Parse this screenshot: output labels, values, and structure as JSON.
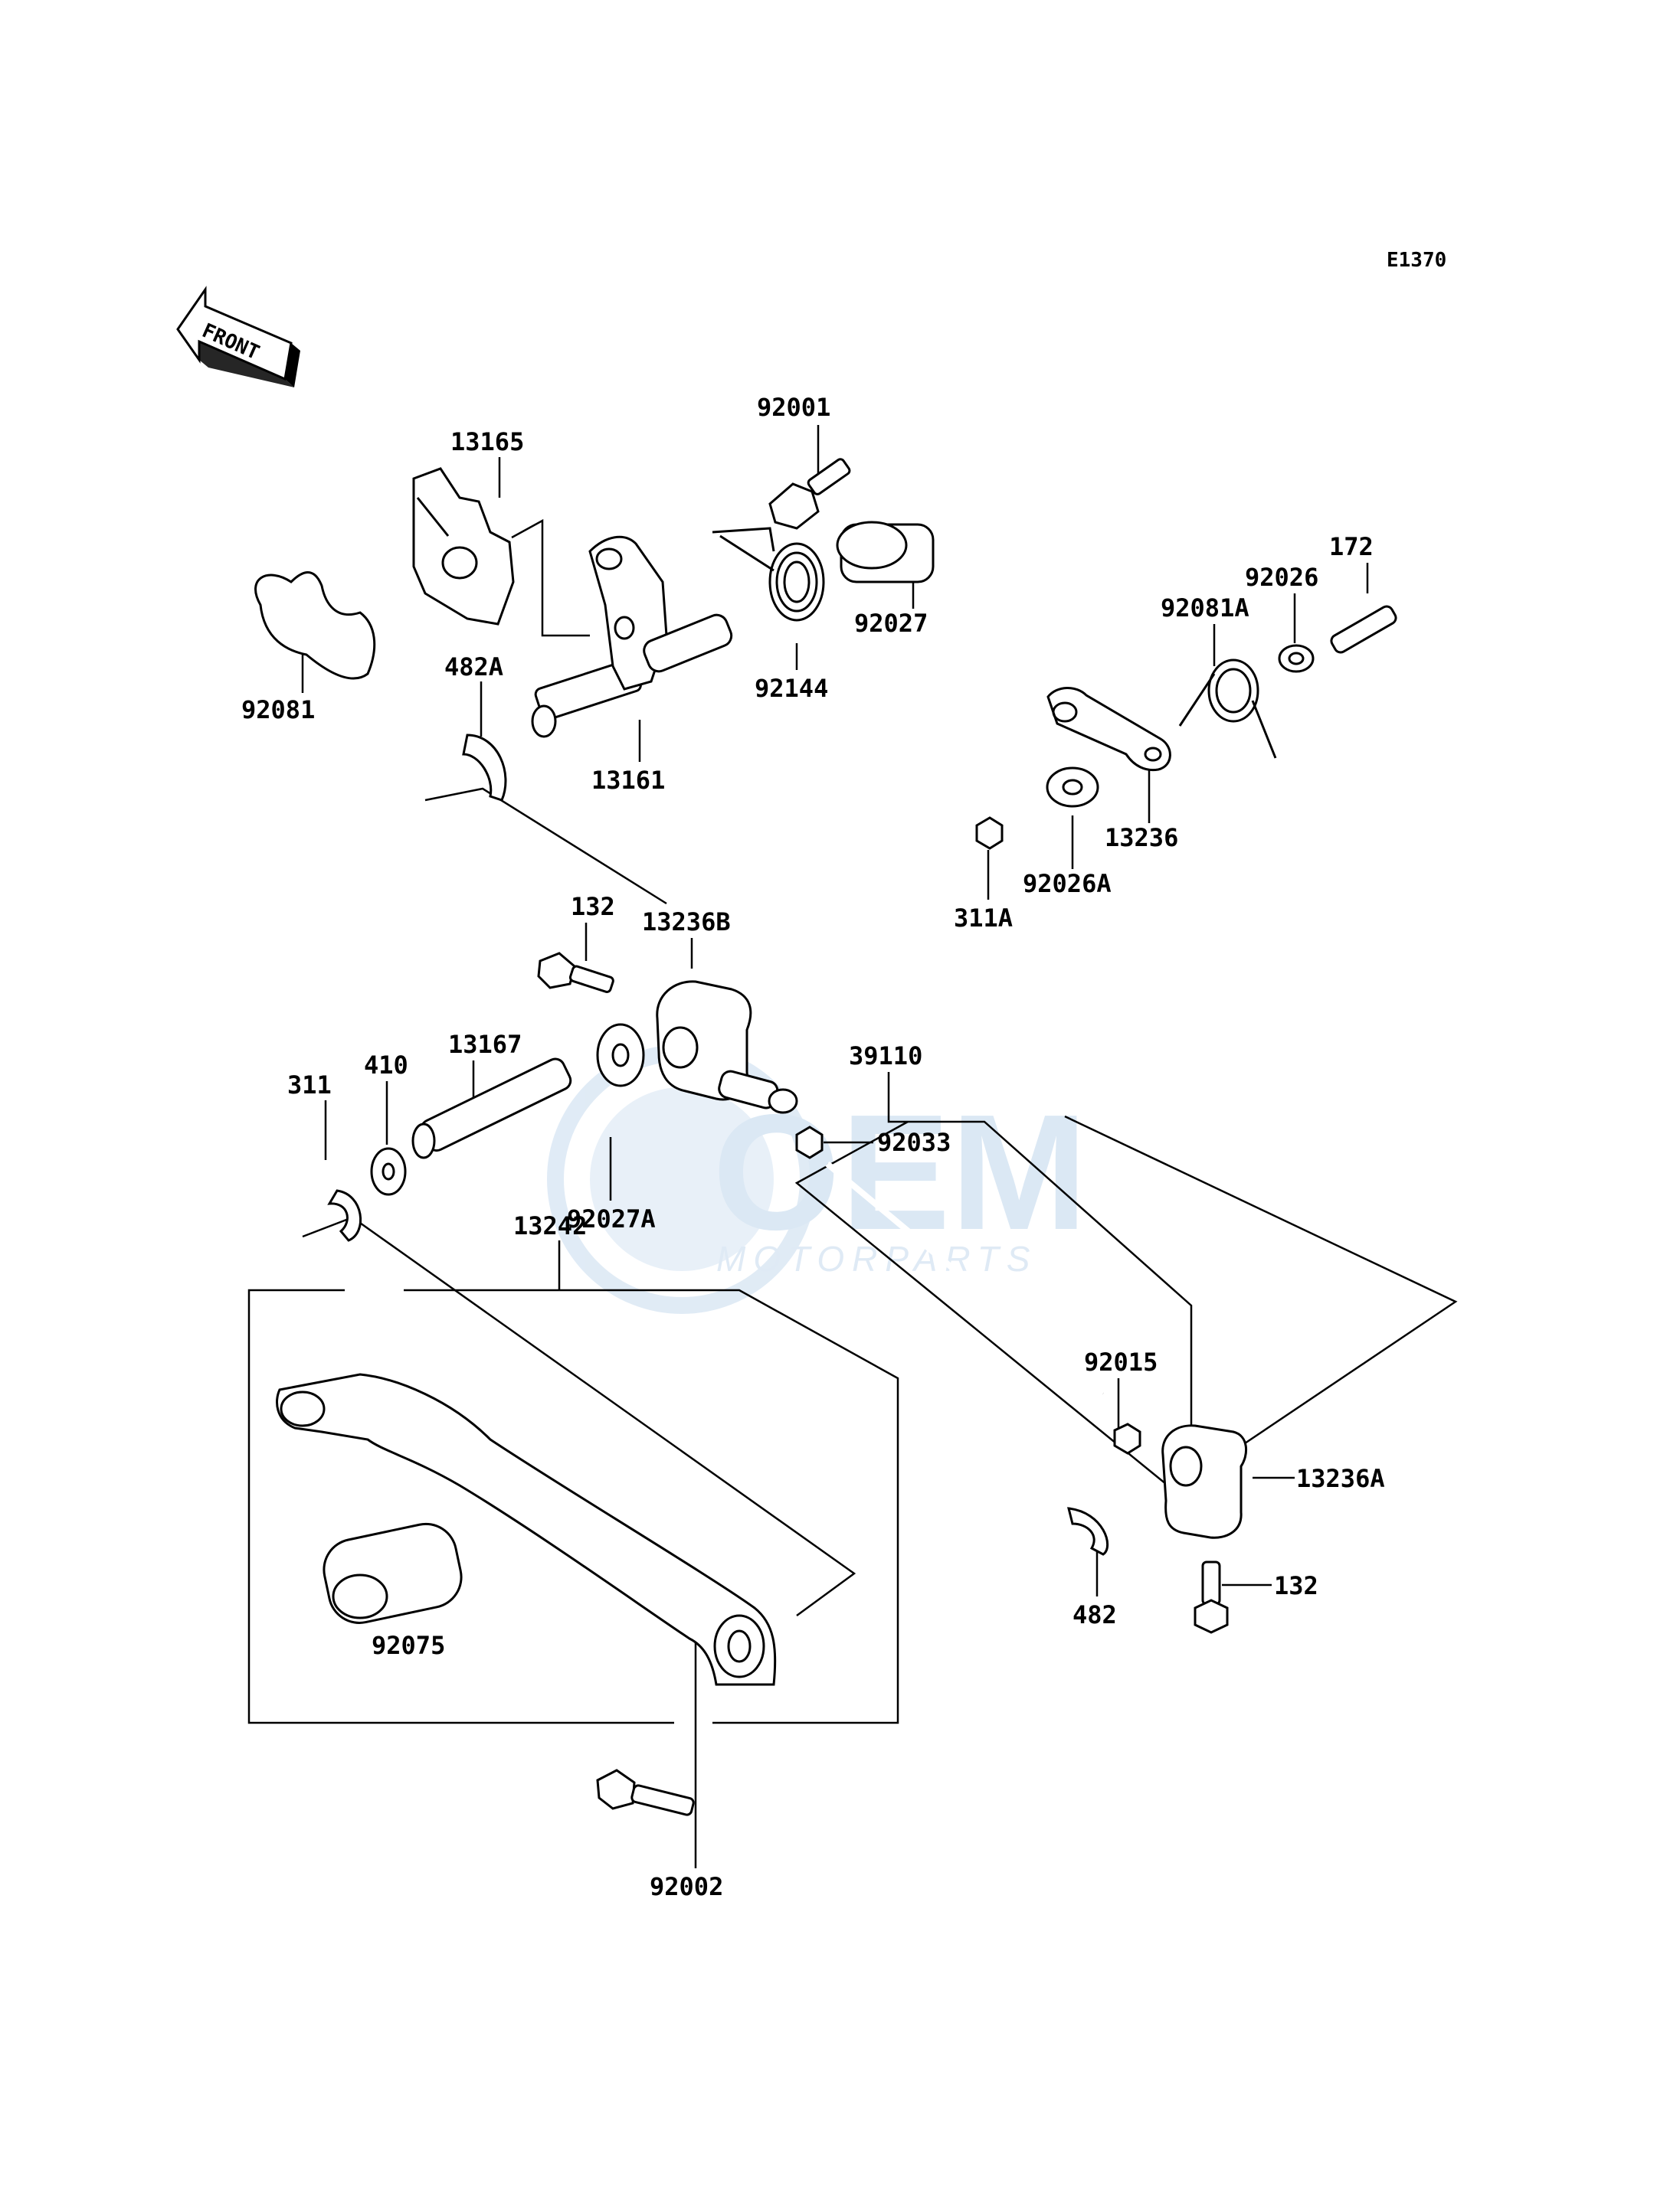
{
  "diagram_code": "E1370",
  "front_marker": "FRONT",
  "watermark": {
    "main": "OEM",
    "sub": "MOTORPARTS"
  },
  "parts": [
    {
      "id": "p92001",
      "label": "92001"
    },
    {
      "id": "p13165",
      "label": "13165"
    },
    {
      "id": "p92027",
      "label": "92027"
    },
    {
      "id": "p172",
      "label": "172"
    },
    {
      "id": "p92026",
      "label": "92026"
    },
    {
      "id": "p92081A",
      "label": "92081A"
    },
    {
      "id": "p482A",
      "label": "482A"
    },
    {
      "id": "p92144",
      "label": "92144"
    },
    {
      "id": "p92081",
      "label": "92081"
    },
    {
      "id": "p13161",
      "label": "13161"
    },
    {
      "id": "p13236",
      "label": "13236"
    },
    {
      "id": "p92026A",
      "label": "92026A"
    },
    {
      "id": "p311A",
      "label": "311A"
    },
    {
      "id": "p132a",
      "label": "132"
    },
    {
      "id": "p13236B",
      "label": "13236B"
    },
    {
      "id": "p39110",
      "label": "39110"
    },
    {
      "id": "p13167",
      "label": "13167"
    },
    {
      "id": "p410",
      "label": "410"
    },
    {
      "id": "p311",
      "label": "311"
    },
    {
      "id": "p92033",
      "label": "92033"
    },
    {
      "id": "p92027A",
      "label": "92027A"
    },
    {
      "id": "p13242",
      "label": "13242"
    },
    {
      "id": "p92015",
      "label": "92015"
    },
    {
      "id": "p13236A",
      "label": "13236A"
    },
    {
      "id": "p482",
      "label": "482"
    },
    {
      "id": "p132b",
      "label": "132"
    },
    {
      "id": "p92075",
      "label": "92075"
    },
    {
      "id": "p92002",
      "label": "92002"
    }
  ]
}
